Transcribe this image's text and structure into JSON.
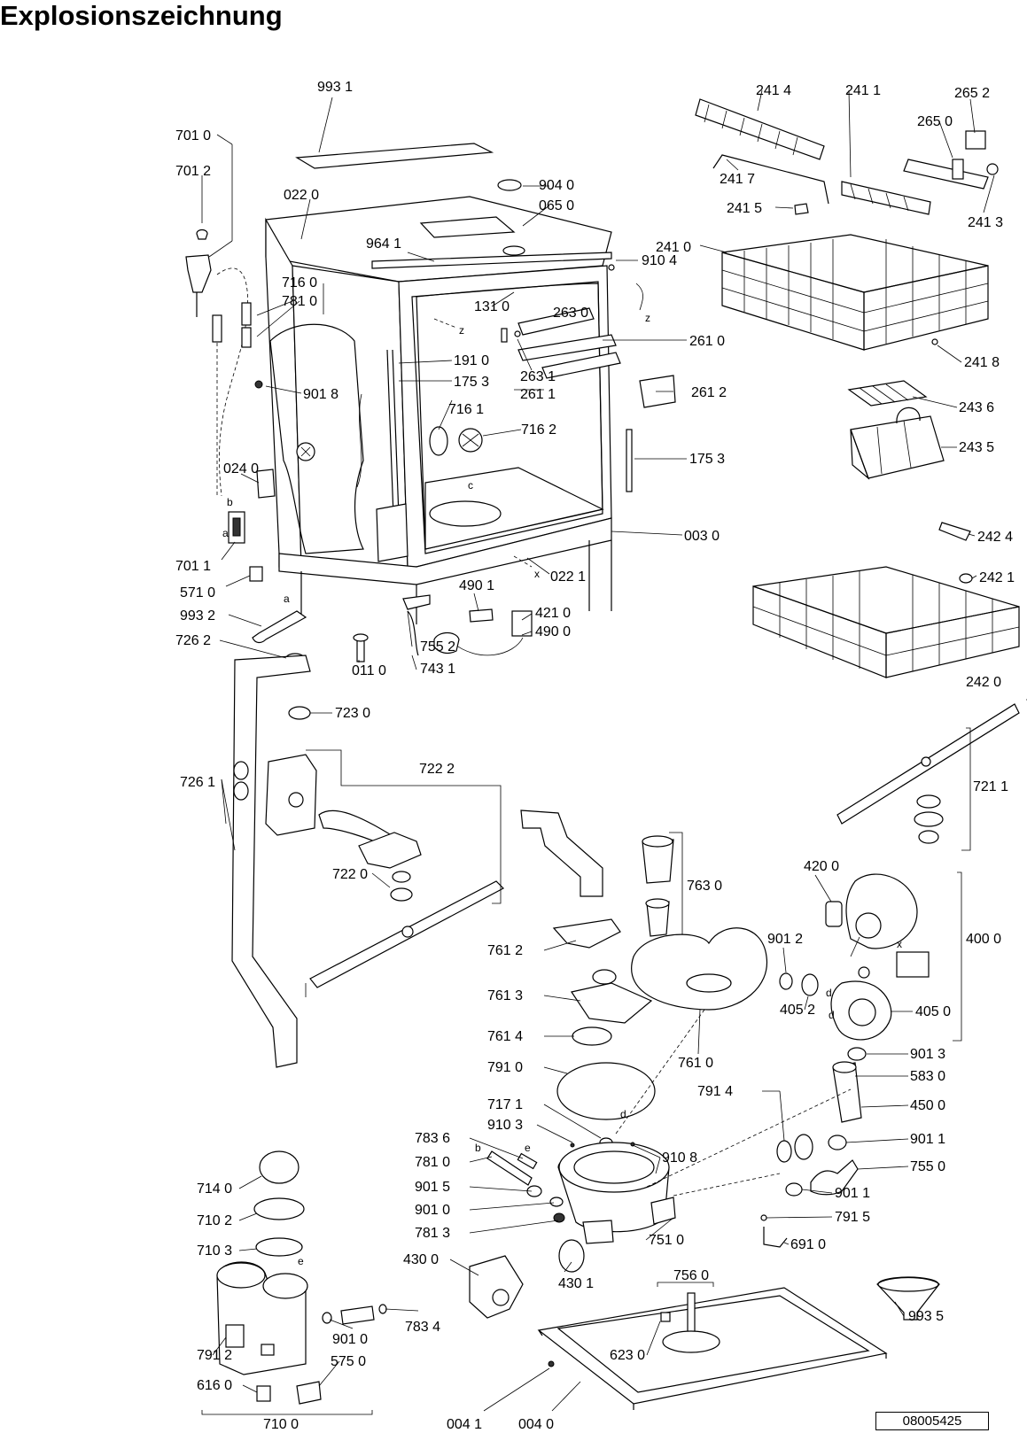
{
  "title": "Explosionszeichnung",
  "document_number": "08005425",
  "callouts": [
    "993 1",
    "701 0",
    "701 2",
    "022 0",
    "964 1",
    "904 0",
    "065 0",
    "910 4",
    "716 0",
    "781 0",
    "131 0",
    "263 0",
    "261 0",
    "191 0",
    "175 3",
    "263 1",
    "261 1",
    "261 2",
    "901 8",
    "716 1",
    "716 2",
    "175 3",
    "024 0",
    "003 0",
    "701 1",
    "571 0",
    "993 2",
    "726 2",
    "490 1",
    "421 0",
    "490 0",
    "022 1",
    "755 2",
    "743 1",
    "011 0",
    "723 0",
    "722 2",
    "726 1",
    "722 0",
    "241 4",
    "241 1",
    "265 2",
    "265 0",
    "241 7",
    "241 5",
    "241 3",
    "241 0",
    "241 8",
    "243 6",
    "243 5",
    "242 4",
    "242 1",
    "242 0",
    "721 1",
    "763 0",
    "420 0",
    "400 0",
    "901 2",
    "405 2",
    "405 0",
    "761 2",
    "761 3",
    "761 4",
    "761 0",
    "901 3",
    "791 0",
    "583 0",
    "791 4",
    "450 0",
    "717 1",
    "910 3",
    "910 8",
    "901 1",
    "783 6",
    "781 0",
    "755 0",
    "901 5",
    "901 1",
    "901 0",
    "791 5",
    "781 3",
    "751 0",
    "691 0",
    "714 0",
    "710 2",
    "710 3",
    "430 0",
    "430 1",
    "756 0",
    "783 4",
    "901 0",
    "993 5",
    "623 0",
    "791 2",
    "575 0",
    "616 0",
    "710 0",
    "004 1",
    "004 0"
  ],
  "letters": [
    "b",
    "a",
    "z",
    "z",
    "c",
    "x",
    "a",
    "d",
    "e",
    "b",
    "e",
    "d",
    "x",
    "d"
  ]
}
